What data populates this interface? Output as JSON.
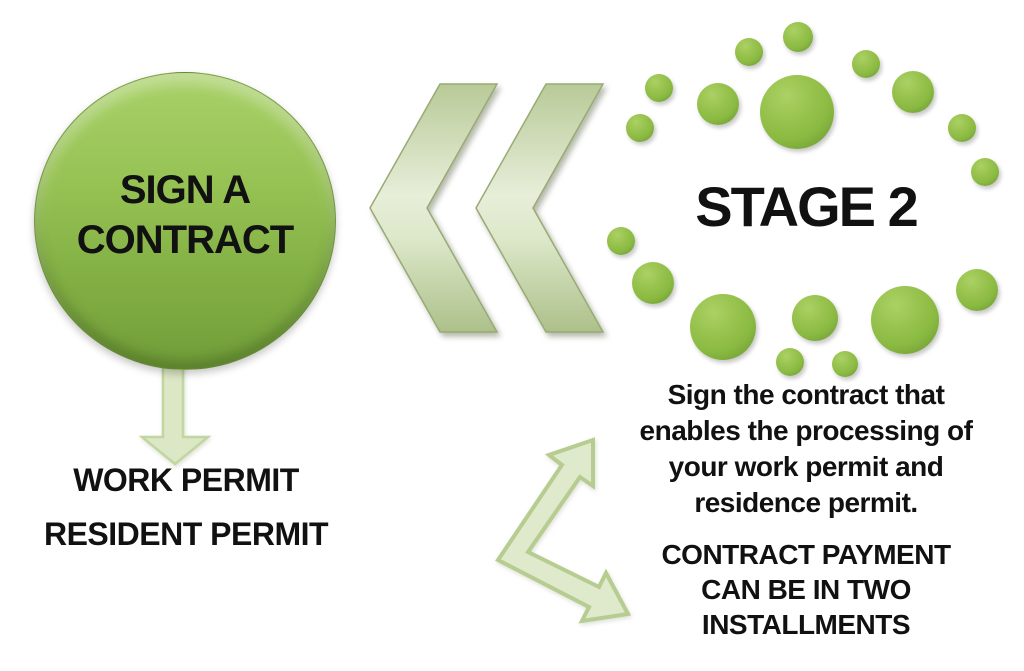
{
  "main_circle": {
    "line1": "SIGN A",
    "line2": "CONTRACT"
  },
  "stage": {
    "title": "STAGE 2"
  },
  "outcome": {
    "line1": "WORK PERMIT",
    "line2": "RESIDENT PERMIT"
  },
  "description": {
    "line1": "Sign the contract that",
    "line2": "enables the processing of",
    "line3": "your work permit and",
    "line4": "residence permit."
  },
  "payment": {
    "line1": "CONTRACT PAYMENT",
    "line2": "CAN BE IN TWO",
    "line3": "INSTALLMENTS"
  },
  "icons": {
    "double_chevron": "double-left-chevron",
    "down_arrow": "down-arrow",
    "bent_arrow": "bent-double-arrow"
  },
  "colors": {
    "background": "#ffffff",
    "dot_green": "#8fbe44",
    "dot_green_dark": "#6d9430",
    "dot_green_light": "#abd164",
    "circle_green_top": "#a9d168",
    "circle_green_bottom": "#719d39",
    "chevron_light": "#e7eed9",
    "chevron_dark": "#b3c48f",
    "pale_arrow_fill": "#dee9c8",
    "pale_arrow_stroke": "#bcd095",
    "text_color": "#111111"
  },
  "stage_dots": [
    [
      798,
      37,
      15
    ],
    [
      749,
      52,
      14
    ],
    [
      866,
      64,
      14
    ],
    [
      659,
      88,
      14
    ],
    [
      718,
      104,
      21
    ],
    [
      913,
      92,
      21
    ],
    [
      797,
      112,
      37
    ],
    [
      640,
      128,
      14
    ],
    [
      962,
      128,
      14
    ],
    [
      985,
      172,
      14
    ],
    [
      621,
      241,
      14
    ],
    [
      653,
      283,
      21
    ],
    [
      723,
      327,
      33
    ],
    [
      815,
      318,
      23
    ],
    [
      905,
      320,
      34
    ],
    [
      977,
      290,
      21
    ],
    [
      790,
      362,
      14
    ],
    [
      845,
      364,
      13
    ]
  ]
}
